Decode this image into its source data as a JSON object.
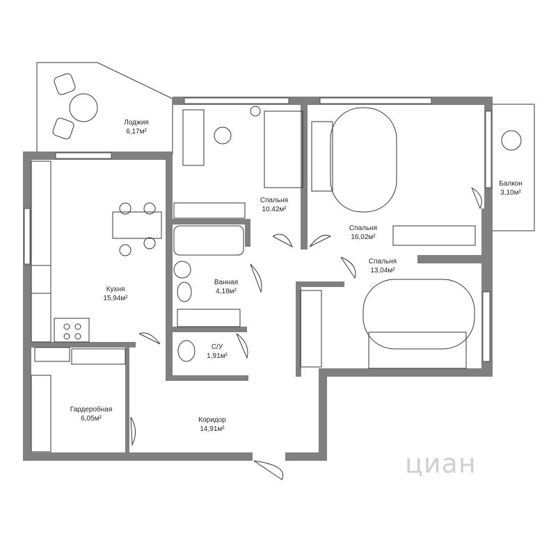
{
  "rooms": {
    "loggia": {
      "name": "Лоджия",
      "area": "6,17м²"
    },
    "bedroom_small": {
      "name": "Спальня",
      "area": "10,42м²"
    },
    "bedroom_big": {
      "name": "Спальня",
      "area": "16,02м²"
    },
    "balcony": {
      "name": "Балкон",
      "area": "3,10м²"
    },
    "kitchen": {
      "name": "Кухня",
      "area": "15,94м²"
    },
    "bathroom": {
      "name": "Ванная",
      "area": "4,18м²"
    },
    "bedroom_right": {
      "name": "Спальня",
      "area": "13,04м²"
    },
    "wc": {
      "name": "С/У",
      "area": "1,91м²"
    },
    "wardrobe": {
      "name": "Гардеробная",
      "area": "6,05м²"
    },
    "corridor": {
      "name": "Коридор",
      "area": "14,91м²"
    }
  },
  "watermark": "циан",
  "colors": {
    "wall": "#808080",
    "line": "#333333",
    "bg": "#ffffff"
  }
}
